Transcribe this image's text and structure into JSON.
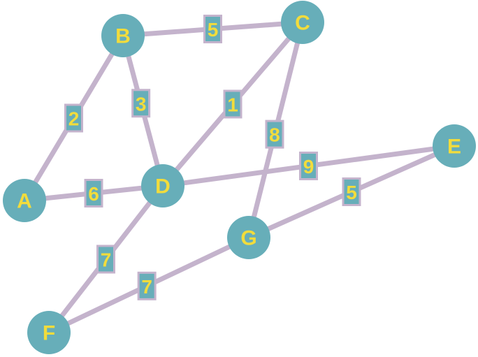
{
  "colors": {
    "node_fill": "#67aeb9",
    "edge": "#c4b3cc",
    "label": "#f2dc3c",
    "background": "#ffffff"
  },
  "graph": {
    "nodes": [
      {
        "id": "A",
        "label": "A"
      },
      {
        "id": "B",
        "label": "B"
      },
      {
        "id": "C",
        "label": "C"
      },
      {
        "id": "D",
        "label": "D"
      },
      {
        "id": "E",
        "label": "E"
      },
      {
        "id": "F",
        "label": "F"
      },
      {
        "id": "G",
        "label": "G"
      }
    ],
    "edges": [
      {
        "from": "B",
        "to": "C",
        "weight": "5"
      },
      {
        "from": "A",
        "to": "B",
        "weight": "2"
      },
      {
        "from": "B",
        "to": "D",
        "weight": "3"
      },
      {
        "from": "C",
        "to": "D",
        "weight": "1"
      },
      {
        "from": "C",
        "to": "G",
        "weight": "8"
      },
      {
        "from": "D",
        "to": "E",
        "weight": "9"
      },
      {
        "from": "A",
        "to": "D",
        "weight": "6"
      },
      {
        "from": "G",
        "to": "E",
        "weight": "5"
      },
      {
        "from": "D",
        "to": "F",
        "weight": "7"
      },
      {
        "from": "F",
        "to": "G",
        "weight": "7"
      }
    ]
  }
}
